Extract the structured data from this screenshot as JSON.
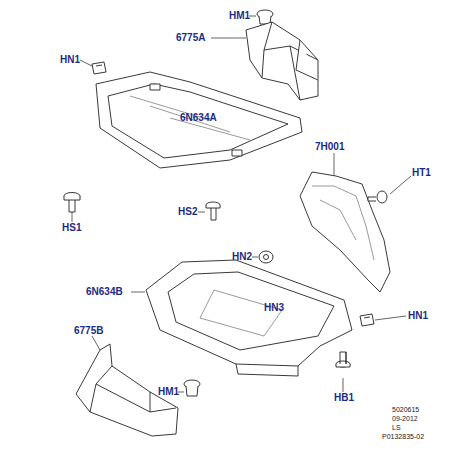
{
  "diagram": {
    "labels": [
      "HM1",
      "6775A",
      "HN1",
      "6N634A",
      "HS1",
      "HS2",
      "7H001",
      "HT1",
      "HN2",
      "HN3",
      "6N634B",
      "HN1",
      "6775B",
      "HM1",
      "HB1",
      "5020615",
      "09-2012",
      "LS",
      "P0132835-02"
    ]
  }
}
